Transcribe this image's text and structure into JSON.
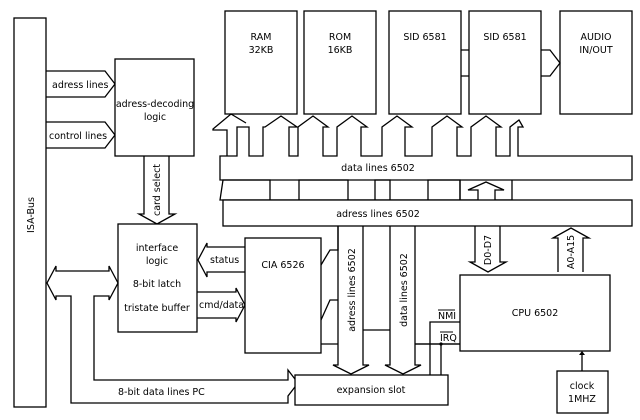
{
  "diagram": {
    "isa_bus": "ISA-Bus",
    "address_decoder": {
      "line1": "adress-decoding",
      "line2": "logic"
    },
    "interface": {
      "line1": "interface",
      "line2": "logic",
      "line3": "8-bit latch",
      "line4": "tristate buffer"
    },
    "ram": {
      "line1": "RAM",
      "line2": "32KB"
    },
    "rom": {
      "line1": "ROM",
      "line2": "16KB"
    },
    "sid1": {
      "line1": "SID 6581"
    },
    "sid2": {
      "line1": "SID 6581"
    },
    "audio": {
      "line1": "AUDIO",
      "line2": "IN/OUT"
    },
    "cia": "CIA 6526",
    "cpu": "CPU 6502",
    "clock": {
      "line1": "clock",
      "line2": "1MHZ"
    },
    "expansion": "expansion slot",
    "labels": {
      "address_lines": "adress lines",
      "control_lines": "control lines",
      "card_select": "card select",
      "status": "status",
      "cmd_data": "cmd/data",
      "data_lines_pc": "8-bit data lines PC",
      "data_bus": "data lines 6502",
      "address_bus": "adress lines 6502",
      "address_vertical": "adress lines 6502",
      "data_vertical": "data lines 6502",
      "d0_d7": "D0-D7",
      "a0_a15": "A0-A15",
      "nmi": "NMI",
      "irq": "IRQ"
    }
  }
}
